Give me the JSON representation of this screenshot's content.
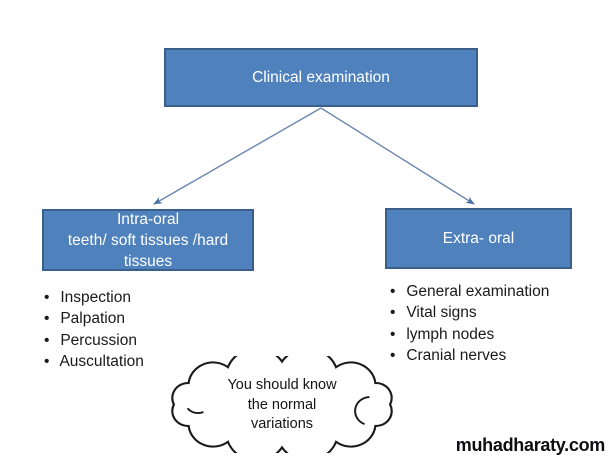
{
  "diagram": {
    "root": {
      "label": "Clinical examination"
    },
    "intra_oral": {
      "title_line1": "Intra-oral",
      "title_line2": "teeth/ soft tissues /hard tissues",
      "items": [
        "Inspection",
        "Palpation",
        "Percussion",
        "Auscultation"
      ]
    },
    "extra_oral": {
      "label": "Extra- oral",
      "items": [
        "General examination",
        "Vital signs",
        "lymph nodes",
        "Cranial nerves"
      ]
    }
  },
  "cloud": {
    "lines": [
      "You should know",
      "the normal",
      "variations"
    ]
  },
  "watermark": {
    "text": "muhadharaty.com"
  },
  "glyphs": {
    "bullet": "•"
  },
  "colors": {
    "node_fill": "#4f81bd",
    "node_border": "#3a5f8b",
    "node_text": "#ffffff",
    "connector": "#6c86b0",
    "body_text": "#1a1a1a",
    "cloud_outline": "#1a1a1a"
  }
}
